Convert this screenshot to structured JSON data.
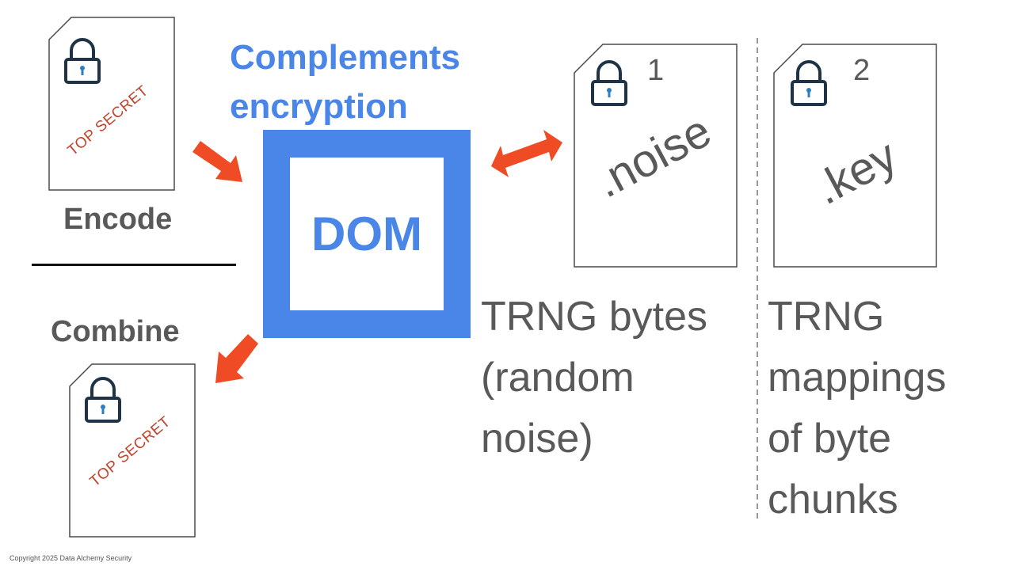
{
  "heading": {
    "line1": "Complements",
    "line2": "encryption"
  },
  "center_box": {
    "label": "DOM"
  },
  "left": {
    "encode_label": "Encode",
    "combine_label": "Combine",
    "stamp_text": "TOP SECRET"
  },
  "doc_noise": {
    "number": "1",
    "extension": ".noise"
  },
  "doc_key": {
    "number": "2",
    "extension": ".key"
  },
  "descriptions": {
    "noise": [
      "TRNG bytes",
      "(random",
      "noise)"
    ],
    "key": [
      "TRNG",
      "mappings",
      "of byte",
      "chunks"
    ]
  },
  "footer": {
    "copyright": "Copyright 2025 Data Alchemy Security"
  },
  "colors": {
    "accent_blue": "#4a86e8",
    "arrow_orange": "#ef4b24",
    "stamp_red": "#c0432b",
    "text_gray": "#595959"
  }
}
